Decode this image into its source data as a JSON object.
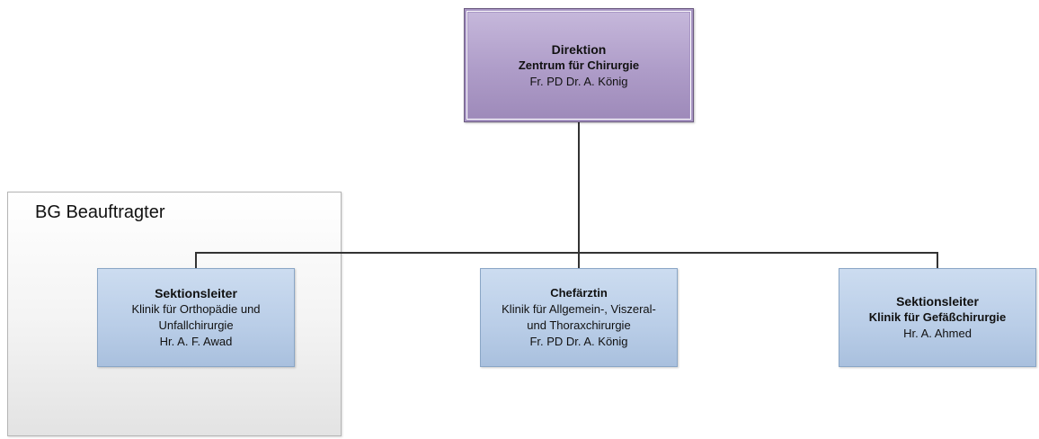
{
  "group": {
    "title": "BG Beauftragter"
  },
  "root": {
    "title": "Direktion",
    "subtitle": "Zentrum für Chirurgie",
    "person": "Fr. PD Dr. A. König"
  },
  "children": [
    {
      "title": "Sektionsleiter",
      "line1": "Klinik für Orthopädie und",
      "line2": "Unfallchirurgie",
      "person": "Hr. A. F. Awad"
    },
    {
      "title": "Chefärztin",
      "line1": "Klinik für Allgemein-, Viszeral-",
      "line2": "und Thoraxchirurgie",
      "person": "Fr. PD Dr. A. König"
    },
    {
      "title": "Sektionsleiter",
      "line1": "Klinik für Gefäßchirurgie",
      "person": "Hr. A. Ahmed"
    }
  ],
  "colors": {
    "root_fill": "#ae9cc8",
    "child_fill": "#b9cde7",
    "connector": "#333333"
  }
}
